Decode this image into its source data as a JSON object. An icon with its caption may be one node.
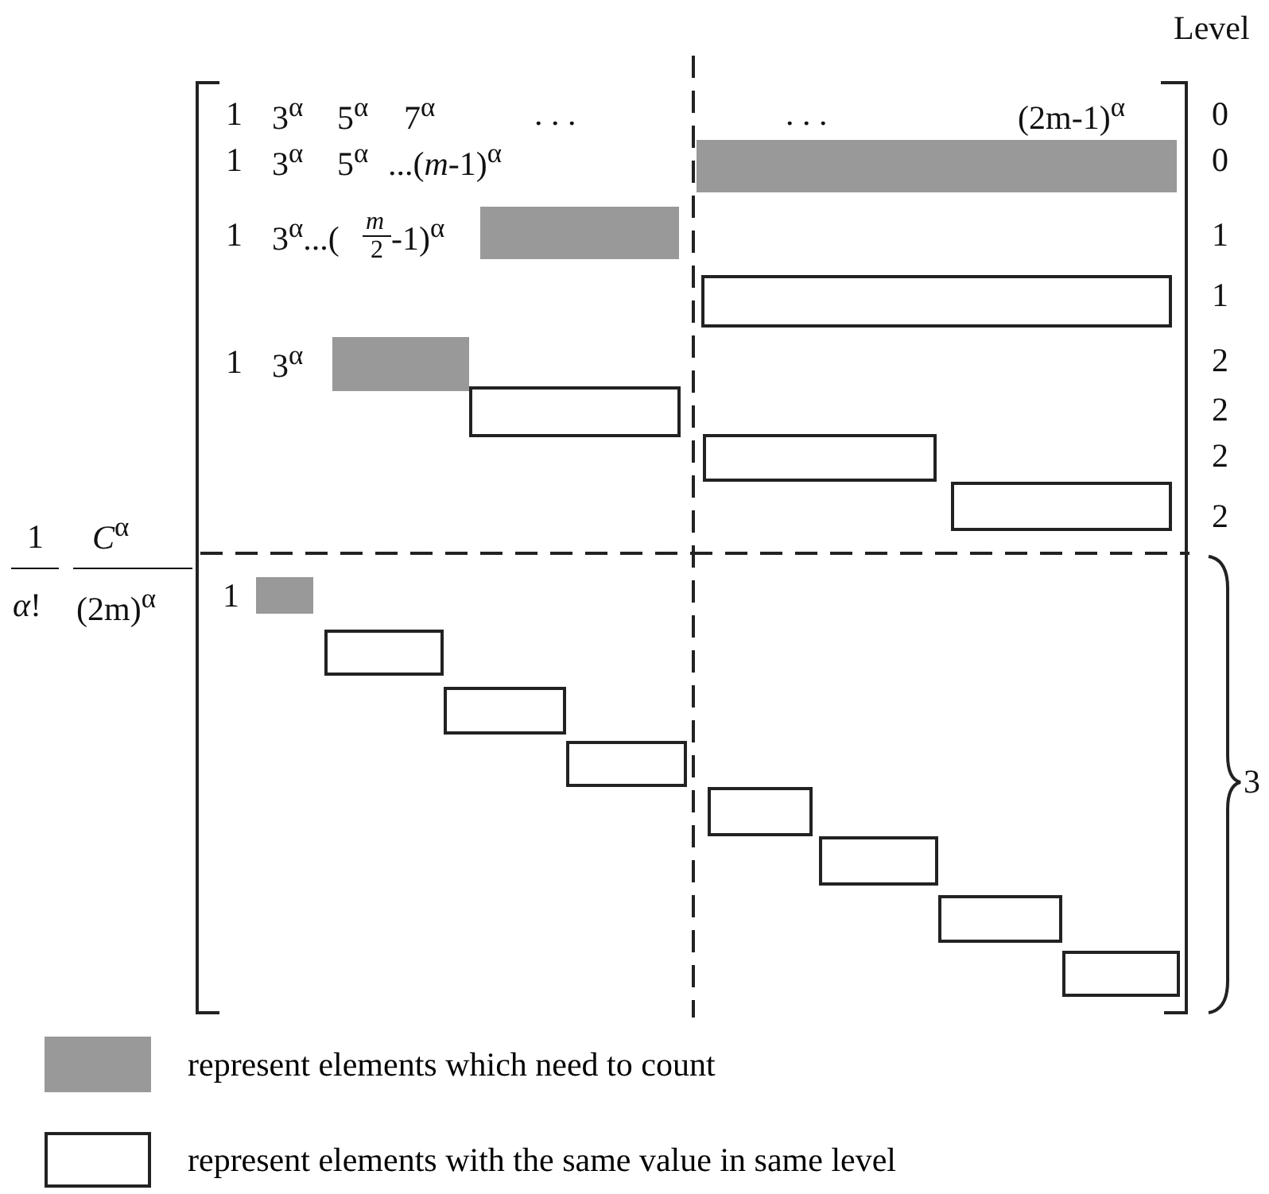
{
  "diagram": {
    "nodes": [
      {
        "text": [],
        "shape": "bar"
      },
      {
        "text": [],
        "shape": "bar"
      },
      {
        "text": [],
        "shape": "bar"
      },
      {
        "text": [],
        "shape": "bar"
      },
      {
        "text": [],
        "shape": "bar"
      },
      {
        "text": [],
        "shape": "bar"
      },
      {
        "text": [],
        "shape": "bar"
      },
      {
        "text": [],
        "shape": "bar"
      },
      {
        "text": [],
        "shape": "bar"
      },
      {
        "text": [],
        "shape": "bar"
      },
      {
        "text": [],
        "shape": "bar"
      },
      {
        "text": [],
        "shape": "bar"
      },
      {
        "text": [],
        "shape": "bar"
      },
      {
        "text": [],
        "shape": "bar"
      },
      {
        "text": [],
        "shape": "bar"
      }
    ],
    "labels": [
      "Level",
      "1",
      "3$^{α}$",
      "5$^{α}$",
      "7$^{α}$",
      ". . .",
      ". . .",
      "(2m-1)$^{α}$",
      "0",
      "1",
      "3$^{α}$",
      "5$^{α}$",
      "...(*m*-1)$^{α}$",
      "0",
      "1",
      "3$^{α}$...(",
      "*m*",
      "2",
      "-1)$^{α}$",
      "1",
      "1",
      "1",
      "3$^{α}$",
      "2",
      "2",
      "2",
      "2",
      "1",
      "*α*!",
      "*C*$^{α}$",
      "(2m)$^{α}$",
      "1",
      "3"
    ],
    "legend": [
      {
        "text": "represent elements which need to count",
        "color": "#999999"
      },
      {
        "text": "represent elements with the same value in same level",
        "color": "#ffffff"
      }
    ]
  }
}
